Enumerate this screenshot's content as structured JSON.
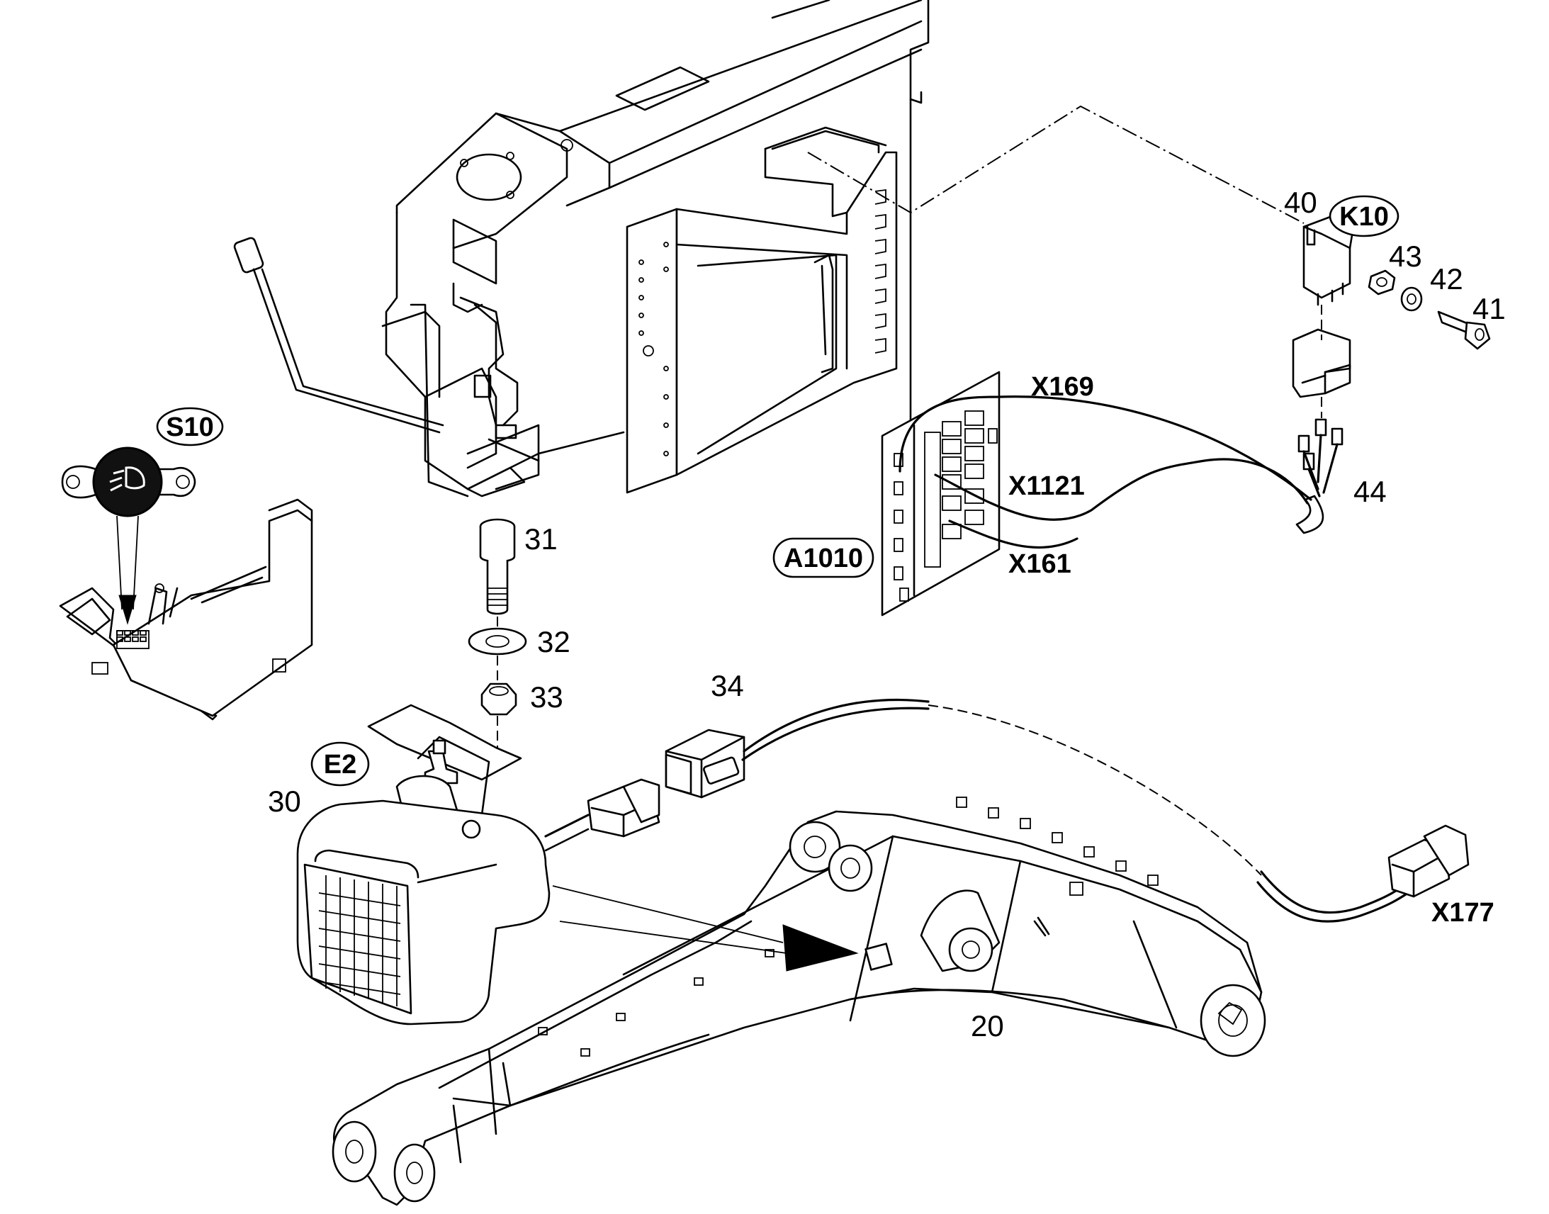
{
  "callouts": {
    "n20": "20",
    "n30": "30",
    "n31": "31",
    "n32": "32",
    "n33": "33",
    "n34": "34",
    "n40": "40",
    "n41": "41",
    "n42": "42",
    "n43": "43",
    "n44": "44"
  },
  "connectors": {
    "x169": "X169",
    "x1121": "X1121",
    "x161": "X161",
    "x177": "X177"
  },
  "component_tags": {
    "s10": "S10",
    "k10": "K10",
    "a1010": "A1010",
    "e2": "E2"
  }
}
